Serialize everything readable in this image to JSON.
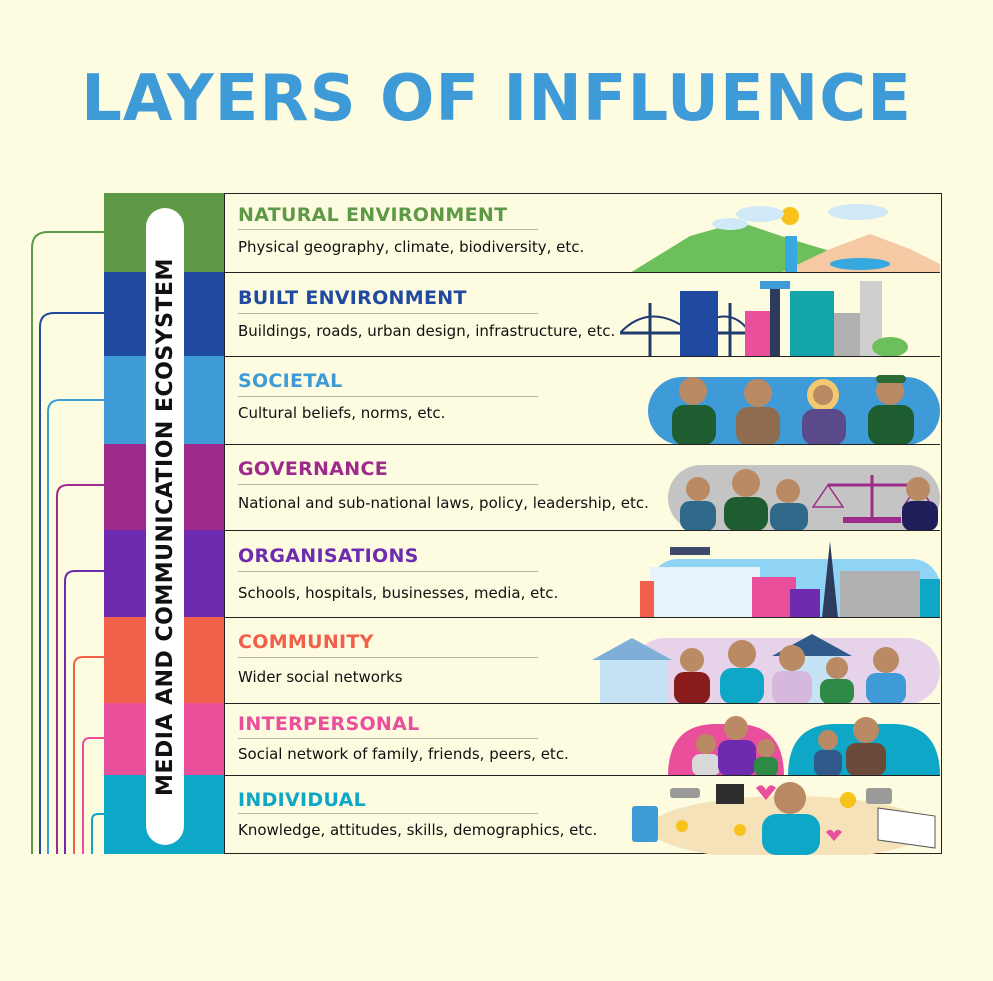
{
  "title": "LAYERS OF INFLUENCE",
  "sidebar_label": "MEDIA AND COMMUNICATION ECOSYSTEM",
  "layers": [
    {
      "title": "NATURAL ENVIRONMENT",
      "description": "Physical geography, climate, biodiversity, etc.",
      "color": "#5e9a45",
      "illustration": "landscape-illustration"
    },
    {
      "title": "BUILT ENVIRONMENT",
      "description": "Buildings, roads, urban design, infrastructure, etc.",
      "color": "#1f4aa0",
      "illustration": "city-illustration"
    },
    {
      "title": "SOCIETAL",
      "description": "Cultural beliefs, norms, etc.",
      "color": "#3f9bd8",
      "illustration": "people-illustration"
    },
    {
      "title": "GOVERNANCE",
      "description": "National and sub-national laws, policy, leadership, etc.",
      "color": "#9e2b8c",
      "illustration": "scales-illustration"
    },
    {
      "title": "ORGANISATIONS",
      "description": "Schools, hospitals, businesses, media, etc.",
      "color": "#6e2bb0",
      "illustration": "institutions-illustration"
    },
    {
      "title": "COMMUNITY",
      "description": "Wider social networks",
      "color": "#f0604a",
      "illustration": "community-illustration"
    },
    {
      "title": "INTERPERSONAL",
      "description": "Social network of family, friends, peers, etc.",
      "color": "#ea4f9c",
      "illustration": "family-illustration"
    },
    {
      "title": "INDIVIDUAL",
      "description": "Knowledge, attitudes, skills, demographics, etc.",
      "color": "#0fa7c8",
      "illustration": "individual-illustration"
    }
  ]
}
